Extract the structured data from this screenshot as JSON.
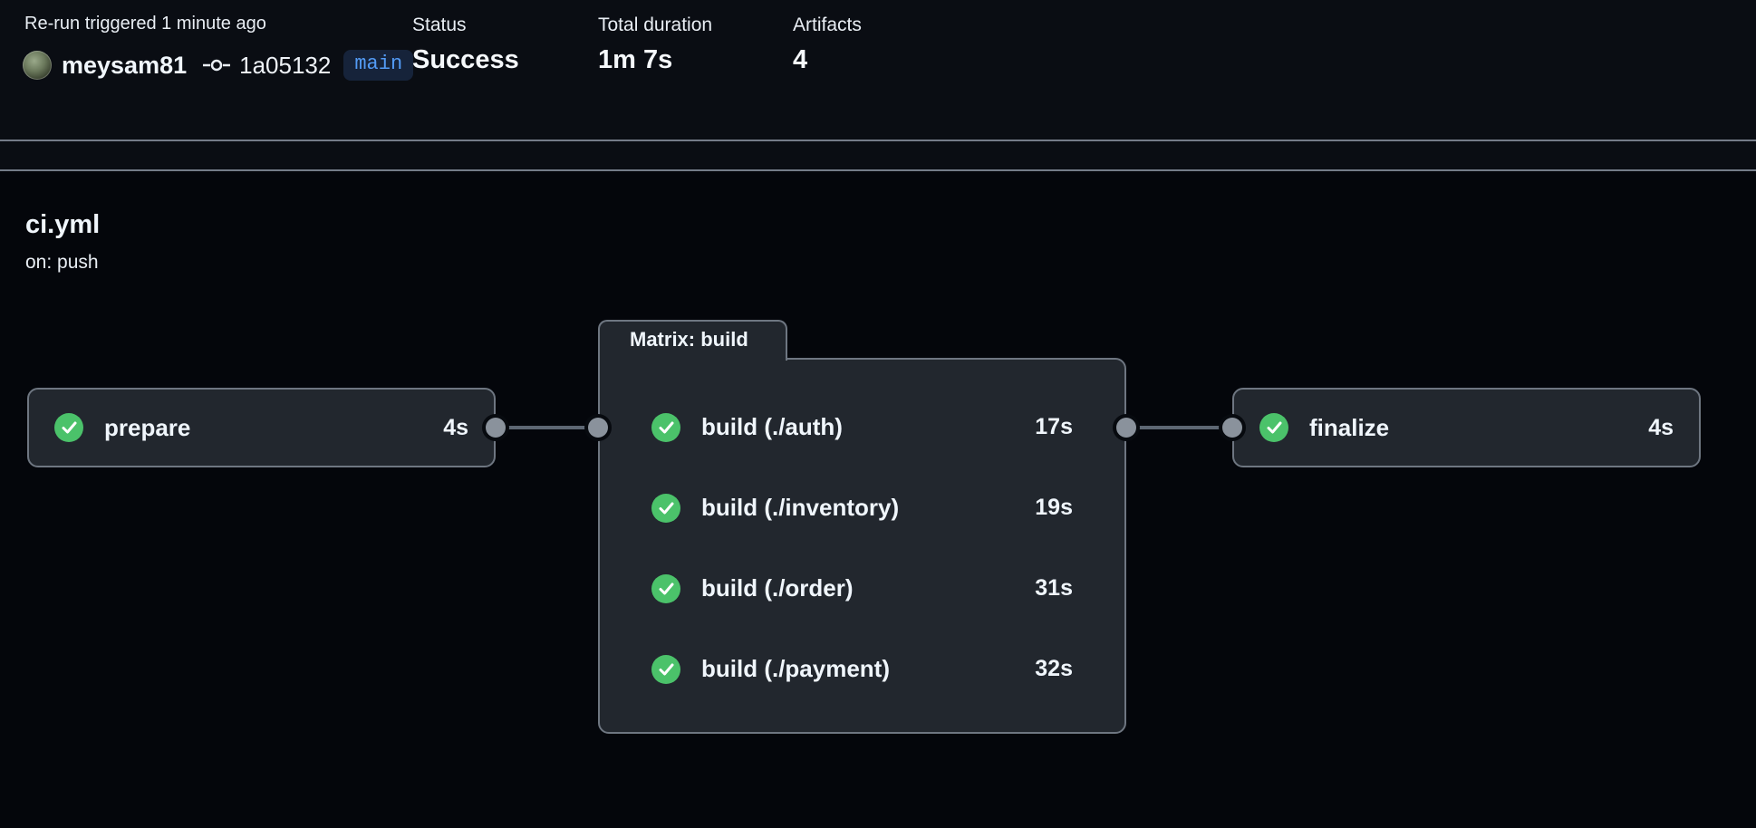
{
  "header": {
    "trigger_text": "Re-run triggered 1 minute ago",
    "user": "meysam81",
    "commit_sha": "1a05132",
    "branch": "main",
    "stats": [
      {
        "label": "Status",
        "value": "Success"
      },
      {
        "label": "Total duration",
        "value": "1m 7s"
      },
      {
        "label": "Artifacts",
        "value": "4"
      }
    ]
  },
  "workflow": {
    "file": "ci.yml",
    "trigger": "on: push"
  },
  "graph": {
    "prepare": {
      "label": "prepare",
      "duration": "4s",
      "status": "success"
    },
    "matrix": {
      "title": "Matrix: build",
      "jobs": [
        {
          "label": "build (./auth)",
          "duration": "17s",
          "status": "success"
        },
        {
          "label": "build (./inventory)",
          "duration": "19s",
          "status": "success"
        },
        {
          "label": "build (./order)",
          "duration": "31s",
          "status": "success"
        },
        {
          "label": "build (./payment)",
          "duration": "32s",
          "status": "success"
        }
      ]
    },
    "finalize": {
      "label": "finalize",
      "duration": "4s",
      "status": "success"
    }
  },
  "colors": {
    "success_green": "#4bc26a",
    "branch_blue": "#539bf5",
    "badge_bg": "#16233a",
    "node_bg": "#22272e",
    "node_border": "#6e7681",
    "connector_gray": "#8a929c",
    "header_bg": "#0a0d13",
    "canvas_bg": "#04060b"
  }
}
